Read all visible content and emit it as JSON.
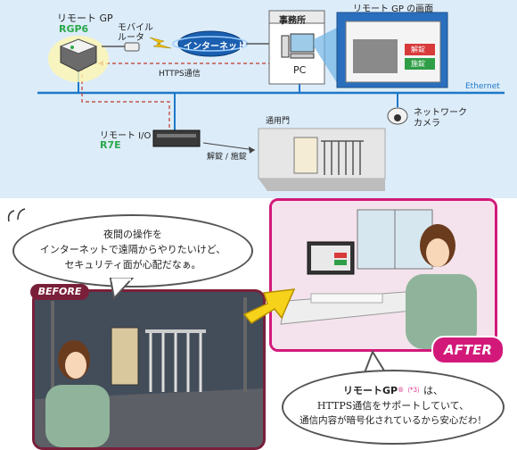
{
  "diagram": {
    "device_gp_name": "リモート GP",
    "device_gp_model": "RGP6",
    "mobile_router": "モバイル\nルータ",
    "internet": "インターネット",
    "office": "事務所",
    "pc": "PC",
    "screen_title": "リモート GP の画面",
    "btn_unlock": "解錠",
    "btn_lock": "施錠",
    "https": "HTTPS通信",
    "ethernet": "Ethernet",
    "io_name": "リモート I/O",
    "io_model": "R7E",
    "gate": "通用門",
    "lock_unlock": "解錠 / 施錠",
    "camera": "ネットワーク\nカメラ"
  },
  "bubble_before": {
    "line1": "夜間の操作を",
    "line2": "インターネットで遠隔からやりたいけど、",
    "line3": "セキュリティ面が心配だなぁ。"
  },
  "bubble_after": {
    "brand": "リモートGP",
    "note": "®（*3）",
    "line1_tail": "は、",
    "line2": "HTTPS通信をサポートしていて、",
    "line3": "通信内容が暗号化されているから安心だわ！"
  },
  "tags": {
    "before": "BEFORE",
    "after": "AFTER"
  },
  "colors": {
    "ethernet_line": "#1e78c8",
    "https_line": "#c0392b",
    "gp_model": "#2aa84a",
    "before_frame": "#7a1f3a",
    "after_frame": "#d2197a",
    "arrow": "#f6d21a",
    "unlock": "#d83a3a",
    "lock": "#2f9e46"
  }
}
